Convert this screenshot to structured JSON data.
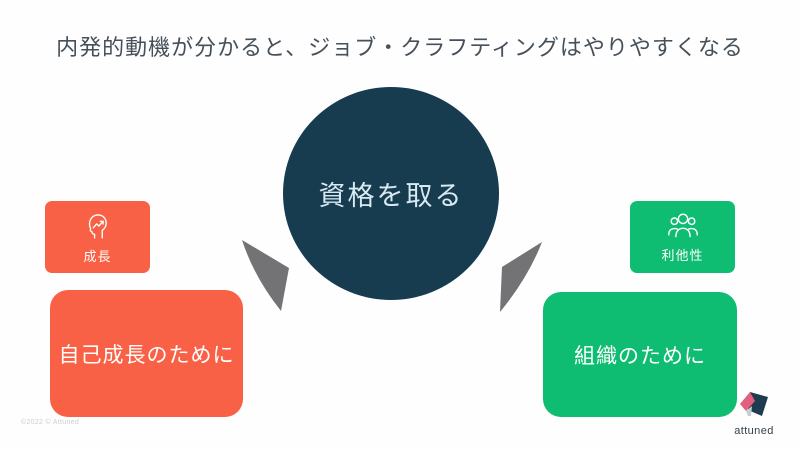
{
  "slide": {
    "title": "内発的動機が分かると、ジョブ・クラフティングはやりやすくなる",
    "center": {
      "label": "資格を取る"
    },
    "left": {
      "badge_label": "成長",
      "badge_icon": "head-growth-icon",
      "box_label": "自己成長のために"
    },
    "right": {
      "badge_label": "利他性",
      "badge_icon": "people-group-icon",
      "box_label": "組織のために"
    },
    "footer": {
      "logo_text": "attuned",
      "copyright": "©2022 © Attuned"
    },
    "colors": {
      "accent_orange": "#F96146",
      "accent_green": "#0FBD72",
      "circle_navy": "#173C50",
      "circle_text": "#D8E9F1",
      "arrow_gray": "#737376",
      "title_gray": "#46505B"
    }
  }
}
